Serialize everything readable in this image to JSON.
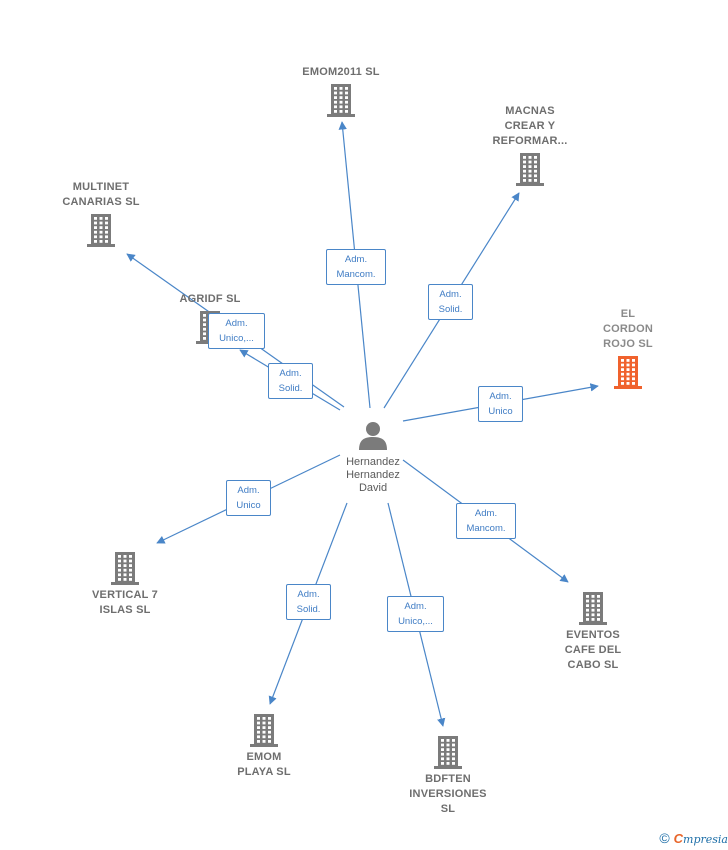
{
  "colors": {
    "edge": "#4a86c8",
    "building": "#7b7b7b",
    "highlight": "#f0622d",
    "text": "#6e6e6e"
  },
  "center": {
    "name": "Hernandez\nHernandez\nDavid",
    "icon": "person-icon"
  },
  "companies": [
    {
      "id": "emom2011",
      "label": "EMOM2011 SL",
      "highlight": false
    },
    {
      "id": "macnas",
      "label": "MACNAS\nCREAR Y\nREFORMAR...",
      "highlight": false
    },
    {
      "id": "multinet",
      "label": "MULTINET\nCANARIAS  SL",
      "highlight": false
    },
    {
      "id": "agridf",
      "label": "AGRIDF  SL",
      "highlight": false
    },
    {
      "id": "cordon",
      "label": "EL\nCORDON\nROJO  SL",
      "highlight": true
    },
    {
      "id": "vertical",
      "label": "VERTICAL 7\nISLAS SL",
      "highlight": false
    },
    {
      "id": "eventos",
      "label": "EVENTOS\nCAFE DEL\nCABO  SL",
      "highlight": false
    },
    {
      "id": "emomplaya",
      "label": "EMOM\nPLAYA  SL",
      "highlight": false
    },
    {
      "id": "bdften",
      "label": "BDFTEN\nINVERSIONES\nSL",
      "highlight": false
    }
  ],
  "relations": [
    {
      "to": "emom2011",
      "label": "Adm.\nMancom."
    },
    {
      "to": "macnas",
      "label": "Adm.\nSolid."
    },
    {
      "to": "multinet",
      "label": "Adm.\nUnico,..."
    },
    {
      "to": "agridf",
      "label": "Adm.\nSolid."
    },
    {
      "to": "cordon",
      "label": "Adm.\nUnico"
    },
    {
      "to": "vertical",
      "label": "Adm.\nUnico"
    },
    {
      "to": "eventos",
      "label": "Adm.\nMancom."
    },
    {
      "to": "emomplaya",
      "label": "Adm.\nSolid."
    },
    {
      "to": "bdften",
      "label": "Adm.\nUnico,..."
    }
  ],
  "footer": {
    "copyright": "©",
    "brand_initial": "C",
    "brand_rest": "mpresia"
  }
}
